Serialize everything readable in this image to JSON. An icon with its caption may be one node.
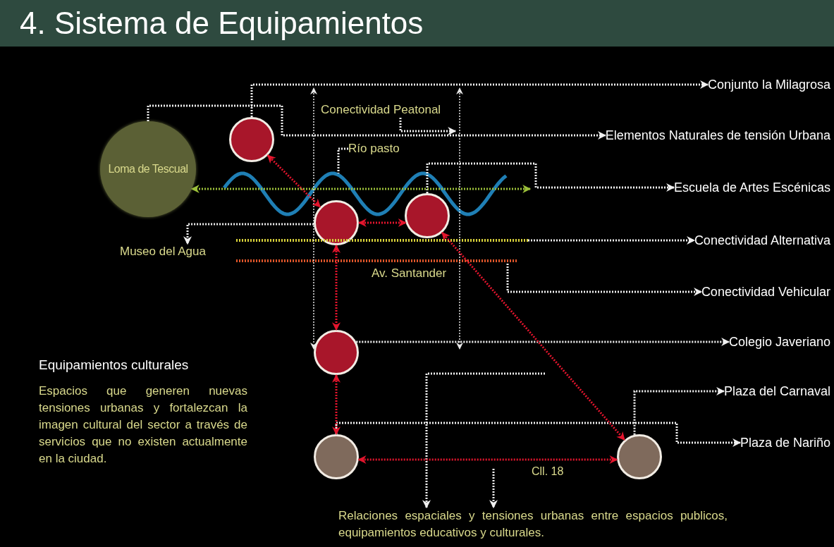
{
  "diagram": {
    "title": "4. Sistema de Equipamientos",
    "nodes": [
      {
        "text": [
          "Loma de Tescual"
        ]
      },
      {
        "text": [],
        "shape": "circle"
      },
      {
        "text": [],
        "shape": "circle"
      },
      {
        "text": [],
        "shape": "circle"
      },
      {
        "text": [],
        "shape": "circle"
      },
      {
        "text": [],
        "shape": "circle"
      },
      {
        "text": [],
        "shape": "circle"
      },
      {
        "text": [
          "Conjunto la Milagrosa"
        ]
      },
      {
        "text": [
          "Elementos Naturales de tensión Urbana"
        ]
      },
      {
        "text": [
          "Escuela de Artes Escénicas"
        ]
      },
      {
        "text": [
          "Conectividad Alternativa"
        ]
      },
      {
        "text": [
          "Conectividad Vehicular"
        ]
      },
      {
        "text": [
          "Colegio Javeriano"
        ]
      },
      {
        "text": [
          "Plaza del Carnaval"
        ]
      },
      {
        "text": [
          "Plaza de Nariño"
        ]
      },
      {
        "text": [
          "Museo del Agua"
        ]
      },
      {
        "text": [
          "Conectividad Peatonal"
        ]
      },
      {
        "text": [
          "Río pasto"
        ]
      },
      {
        "text": [],
        "shape": "line"
      },
      {
        "text": [],
        "shape": "line",
        "beside": [
          "Av. Santander"
        ]
      },
      {
        "text": [],
        "shape": "line"
      },
      {
        "text": [],
        "shape": "line"
      },
      {
        "text": [
          "Relaciones espaciales y tensiones urbanas entre espacios publicos, equipamientos educativos y culturales."
        ]
      }
    ],
    "edges": [
      {
        "from": 1,
        "to": 7,
        "arrow": "to",
        "style": "dashed"
      },
      {
        "from": 0,
        "to": 8,
        "arrow": "to",
        "style": "dashed"
      },
      {
        "from": 16,
        "to": 21,
        "arrow": "to",
        "style": "dashed"
      },
      {
        "from": 3,
        "to": 9,
        "arrow": "to",
        "style": "dashed"
      },
      {
        "from": 2,
        "to": 15,
        "arrow": "to",
        "style": "dashed"
      },
      {
        "from": 18,
        "to": 10,
        "arrow": "to",
        "style": "dashed"
      },
      {
        "from": 19,
        "to": 11,
        "arrow": "to",
        "style": "dashed"
      },
      {
        "from": 4,
        "to": 12,
        "arrow": "to",
        "style": "dashed"
      },
      {
        "from": 6,
        "to": 13,
        "arrow": "to",
        "style": "dashed"
      },
      {
        "from": 5,
        "to": 14,
        "arrow": "to",
        "style": "dashed"
      },
      {
        "from": 17,
        "to": null,
        "arrow": "none",
        "style": "dashed"
      },
      {
        "from": null,
        "to": 22,
        "arrow": "to",
        "style": "dashed"
      },
      {
        "from": null,
        "to": 22,
        "arrow": "to",
        "style": "dashed"
      },
      {
        "from": 1,
        "to": 2,
        "arrow": "both",
        "style": "dashed",
        "color": "#e3152d"
      },
      {
        "from": 2,
        "to": 3,
        "arrow": "both",
        "style": "dashed",
        "color": "#e3152d"
      },
      {
        "from": 2,
        "to": 4,
        "arrow": "both",
        "style": "dashed",
        "color": "#e3152d"
      },
      {
        "from": 4,
        "to": 5,
        "arrow": "both",
        "style": "dashed",
        "color": "#e3152d"
      },
      {
        "from": 3,
        "to": 6,
        "arrow": "both",
        "style": "dashed",
        "color": "#e3152d"
      },
      {
        "from": 5,
        "to": 6,
        "label": "Cll. 18",
        "arrow": "both",
        "style": "dashed",
        "color": "#e3152d"
      },
      {
        "from": null,
        "to": 0,
        "arrow": "both",
        "style": "dashed",
        "color": "#9cc03a"
      }
    ],
    "labels": [
      "Equipamientos culturales",
      "Espacios que generen nuevas tensiones urbanas y fortalezcan la imagen cultural del sector a través de servicios que no existen actualmente en la ciudad."
    ]
  }
}
